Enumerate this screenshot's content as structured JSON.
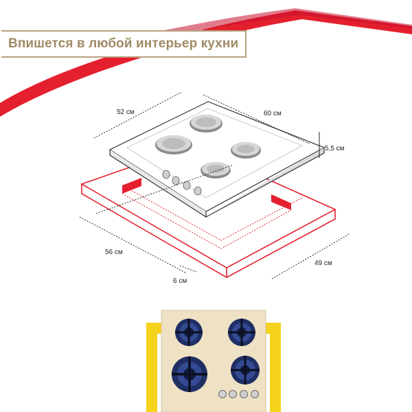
{
  "headline": "Впишется в любой интерьер кухни",
  "dimensions": {
    "depth": "52 см",
    "width": "60 см",
    "height": "5,5 см",
    "cutout_width": "56 см",
    "cutout_depth": "49 см",
    "offset": "6 см"
  },
  "colors": {
    "accent_red": "#e5202e",
    "headline_gold": "#a08a66",
    "yellow_frame": "#f5d31a",
    "panel_cream": "#efe1c4",
    "burner_blue": "#1f2e63"
  }
}
